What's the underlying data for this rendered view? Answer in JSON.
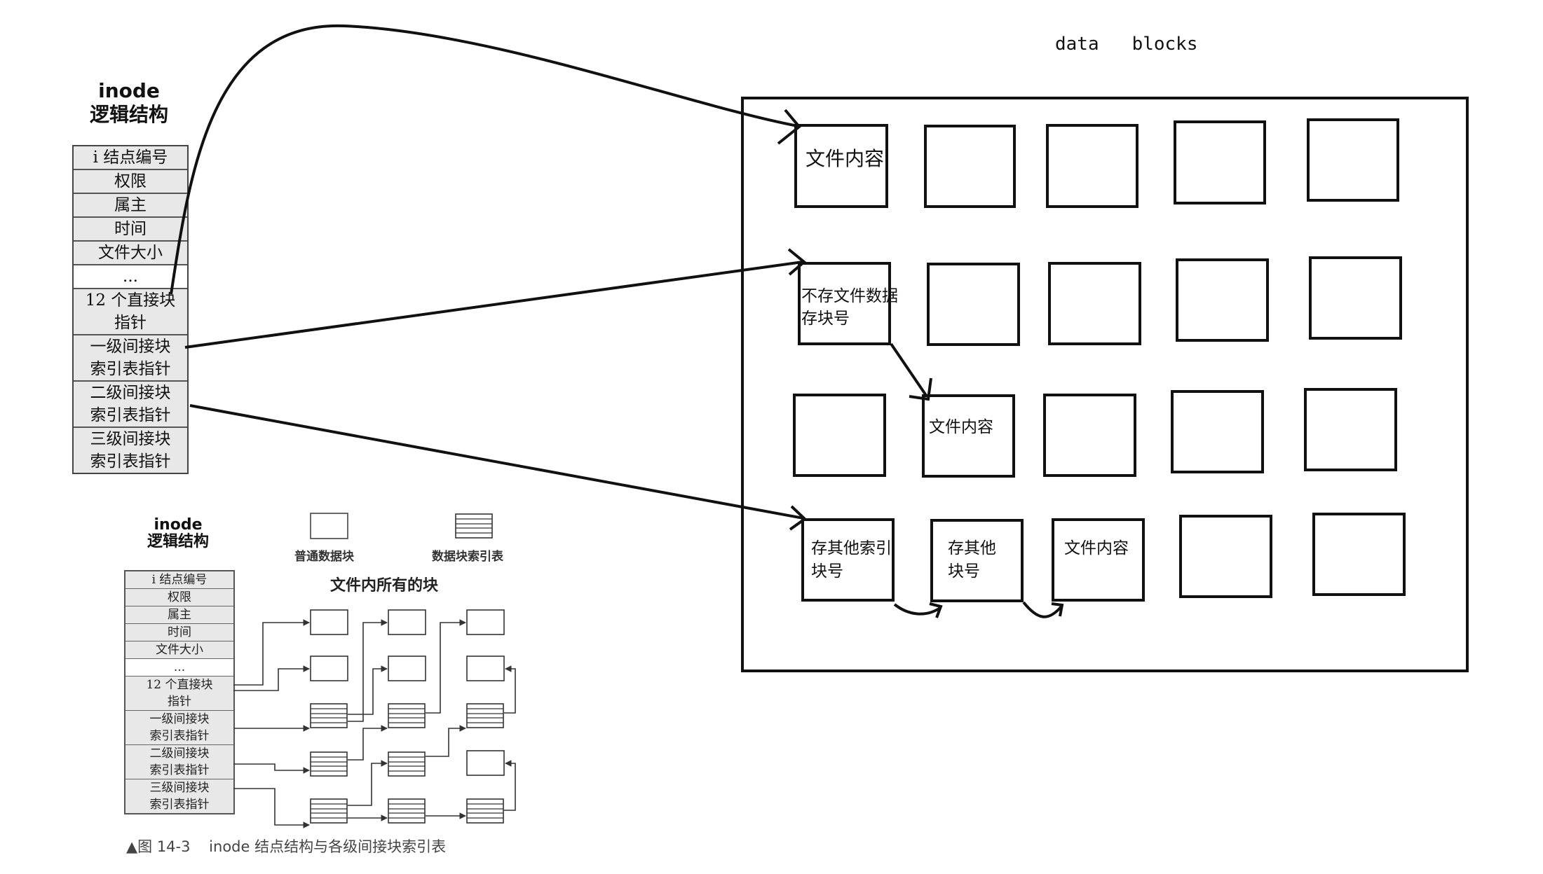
{
  "data_blocks_label": "data   blocks",
  "inode_title_top": [
    "inode",
    "逻辑结构"
  ],
  "inode_rows_top": [
    {
      "label": "i 结点编号",
      "shade": true
    },
    {
      "label": "权限",
      "shade": true
    },
    {
      "label": "属主",
      "shade": true
    },
    {
      "label": "时间",
      "shade": true
    },
    {
      "label": "文件大小",
      "shade": true
    },
    {
      "label": "...",
      "shade": false
    },
    {
      "label": "12 个直接块\n指针",
      "shade": true,
      "tall": true
    },
    {
      "label": "一级间接块\n索引表指针",
      "shade": true,
      "tall": true
    },
    {
      "label": "二级间接块\n索引表指针",
      "shade": true,
      "tall": true
    },
    {
      "label": "三级间接块\n索引表指针",
      "shade": true,
      "tall": true
    }
  ],
  "blocks": {
    "r1c1": "文件内容",
    "r2c1": "不存文件数据\n存块号",
    "r3c2": "文件内容",
    "r4c1": "存其他索引\n块号",
    "r4c2": "存其他\n块号",
    "r4c3": "文件内容"
  },
  "figure": {
    "inode_title": [
      "inode",
      "逻辑结构"
    ],
    "inode_rows": [
      {
        "label": "i 结点编号",
        "shade": true
      },
      {
        "label": "权限",
        "shade": true
      },
      {
        "label": "属主",
        "shade": true
      },
      {
        "label": "时间",
        "shade": true
      },
      {
        "label": "文件大小",
        "shade": true
      },
      {
        "label": "...",
        "shade": false
      },
      {
        "label": "12 个直接块\n指针",
        "shade": true,
        "tall": true
      },
      {
        "label": "一级间接块\n索引表指针",
        "shade": true,
        "tall": true
      },
      {
        "label": "二级间接块\n索引表指针",
        "shade": true,
        "tall": true
      },
      {
        "label": "三级间接块\n索引表指针",
        "shade": true,
        "tall": true
      }
    ],
    "legend_normal": "普通数据块",
    "legend_index": "数据块索引表",
    "all_blocks_title": "文件内所有的块",
    "caption": "▲图 14-3    inode 结点结构与各级间接块索引表"
  }
}
